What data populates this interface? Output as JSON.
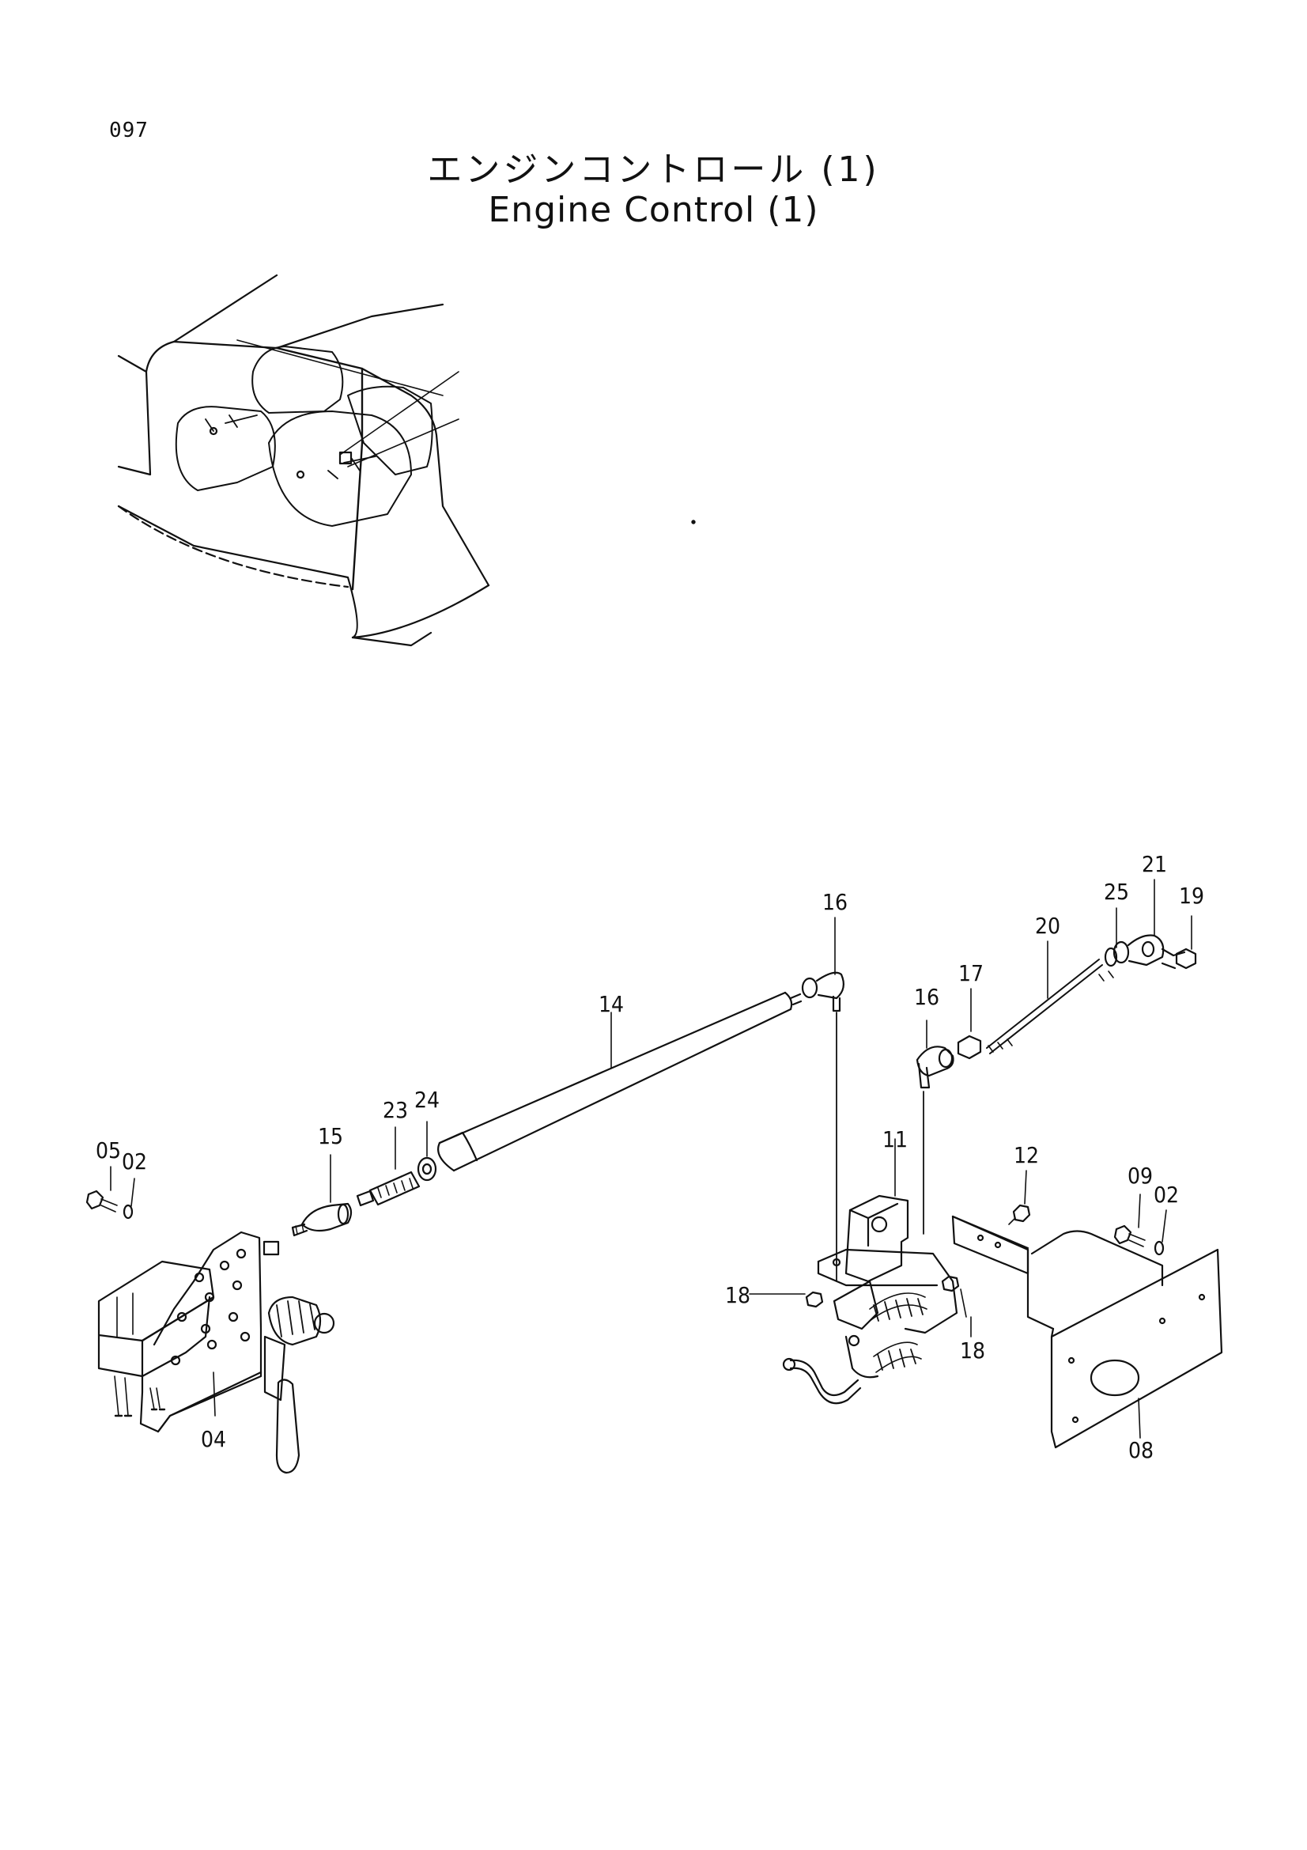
{
  "page_number": "097",
  "title_jp": "エンジンコントロール (1)",
  "title_en": "Engine Control (1)",
  "callouts": [
    {
      "id": "c16a",
      "label": "16"
    },
    {
      "id": "c14",
      "label": "14"
    },
    {
      "id": "c21",
      "label": "21"
    },
    {
      "id": "c25",
      "label": "25"
    },
    {
      "id": "c19",
      "label": "19"
    },
    {
      "id": "c20",
      "label": "20"
    },
    {
      "id": "c17",
      "label": "17"
    },
    {
      "id": "c16b",
      "label": "16"
    },
    {
      "id": "c23",
      "label": "23"
    },
    {
      "id": "c24",
      "label": "24"
    },
    {
      "id": "c15",
      "label": "15"
    },
    {
      "id": "c05",
      "label": "05"
    },
    {
      "id": "c02a",
      "label": "02"
    },
    {
      "id": "c11",
      "label": "11"
    },
    {
      "id": "c12",
      "label": "12"
    },
    {
      "id": "c09",
      "label": "09"
    },
    {
      "id": "c02b",
      "label": "02"
    },
    {
      "id": "c18a",
      "label": "18"
    },
    {
      "id": "c18b",
      "label": "18"
    },
    {
      "id": "c04",
      "label": "04"
    },
    {
      "id": "c08",
      "label": "08"
    }
  ]
}
